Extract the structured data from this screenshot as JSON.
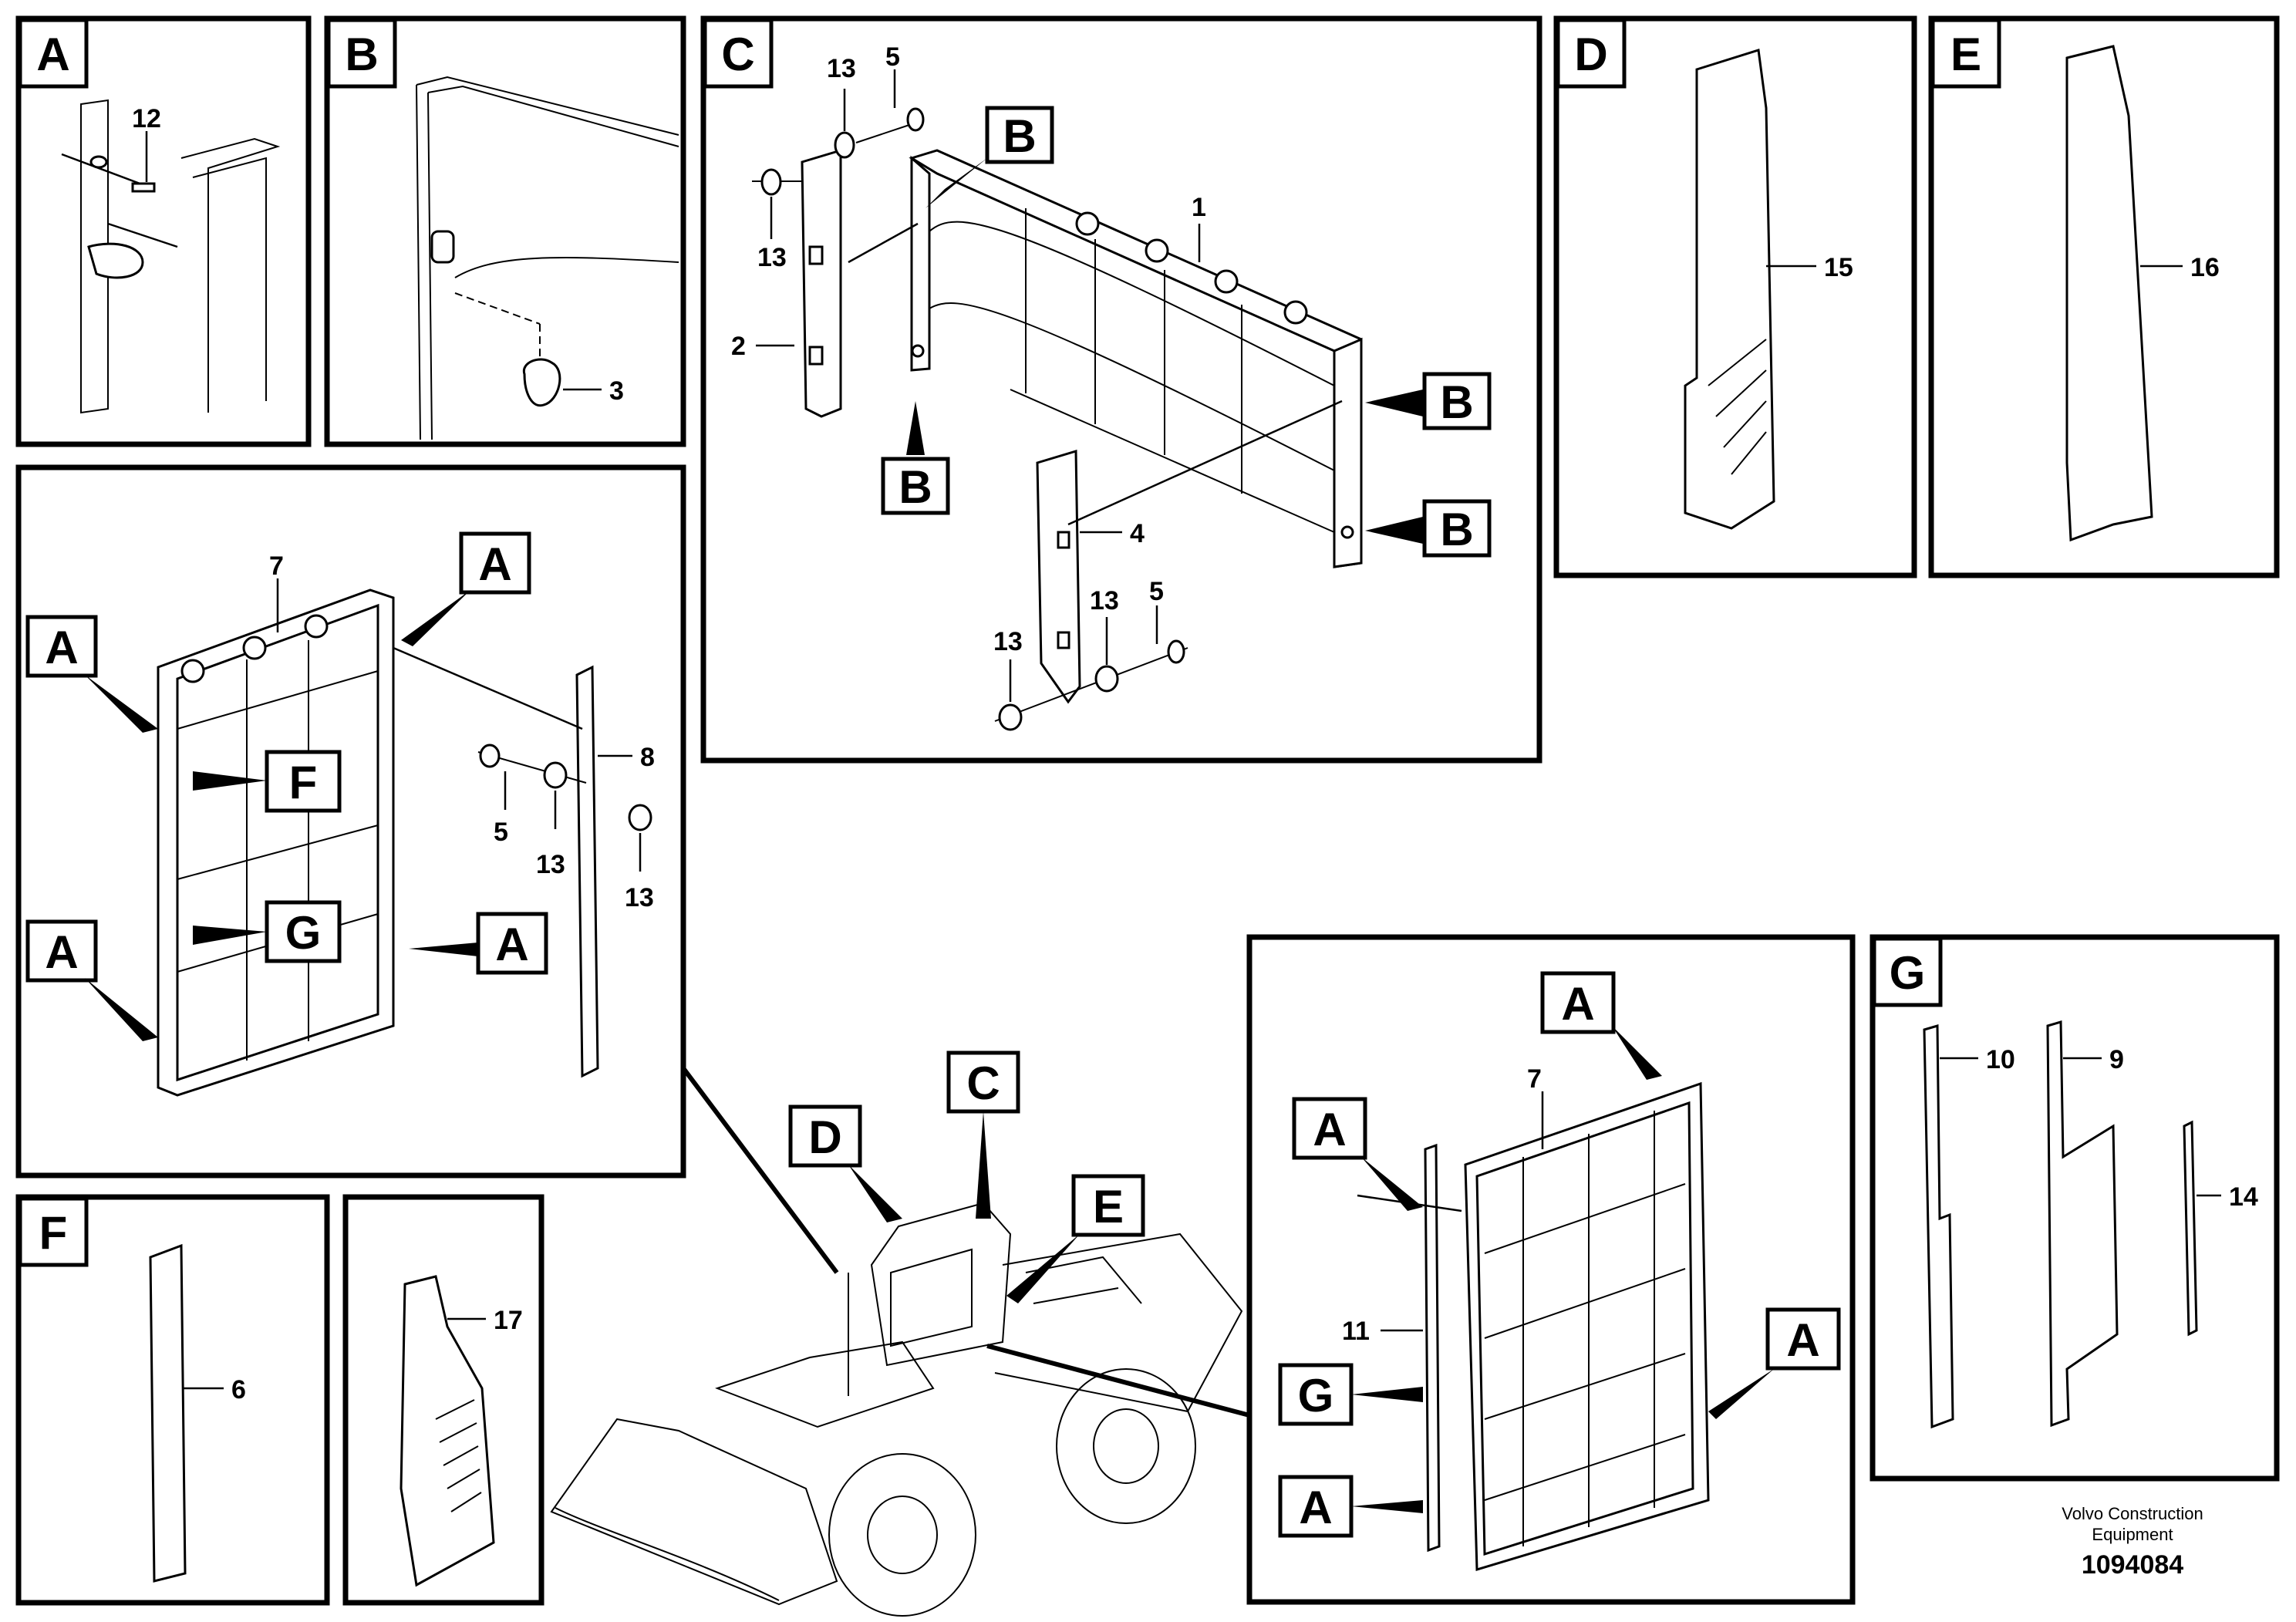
{
  "panels": {
    "A": "A",
    "B": "B",
    "C": "C",
    "D": "D",
    "E": "E",
    "F": "F",
    "G": "G"
  },
  "callouts": {
    "A": "A",
    "B": "B",
    "C": "C",
    "D": "D",
    "E": "E",
    "F": "F",
    "G": "G"
  },
  "parts": [
    "1",
    "2",
    "3",
    "4",
    "5",
    "6",
    "7",
    "8",
    "9",
    "10",
    "11",
    "12",
    "13",
    "14",
    "15",
    "16",
    "17"
  ],
  "footer": {
    "line1": "Volvo Construction",
    "line2": "Equipment",
    "id": "1094084"
  }
}
